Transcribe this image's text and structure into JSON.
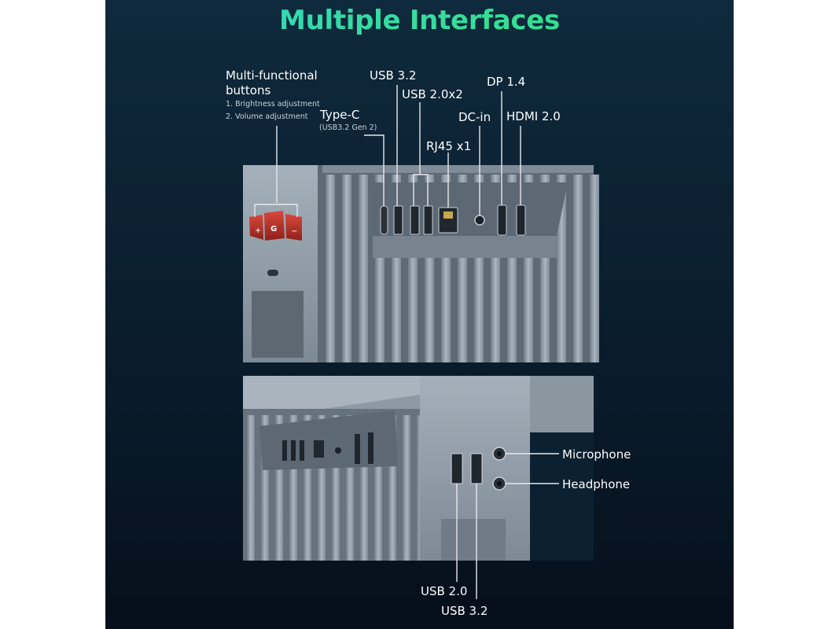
{
  "title": "Multiple Interfaces",
  "callouts": {
    "buttons": {
      "label_line1": "Multi-functional",
      "label_line2": "buttons",
      "notes": [
        "1. Brightness adjustment",
        "2. Volume adjustment"
      ],
      "glyphs": [
        "+",
        "G",
        "−"
      ]
    },
    "typec": {
      "label": "Type-C",
      "note": "(USB3.2 Gen 2)"
    },
    "usb32_top": "USB 3.2",
    "usb20x2": "USB 2.0x2",
    "rj45": "RJ45 x1",
    "dcin": "DC-in",
    "dp": "DP 1.4",
    "hdmi": "HDMI 2.0",
    "microphone": "Microphone",
    "headphone": "Headphone",
    "usb20_bottom": "USB 2.0",
    "usb32_bottom": "USB 3.2"
  },
  "colors": {
    "title_start": "#33d6c4",
    "title_end": "#38e27a",
    "callout_line": "#e6e9ee",
    "button_red": "#c0392b",
    "chassis": "#8c98a3"
  }
}
